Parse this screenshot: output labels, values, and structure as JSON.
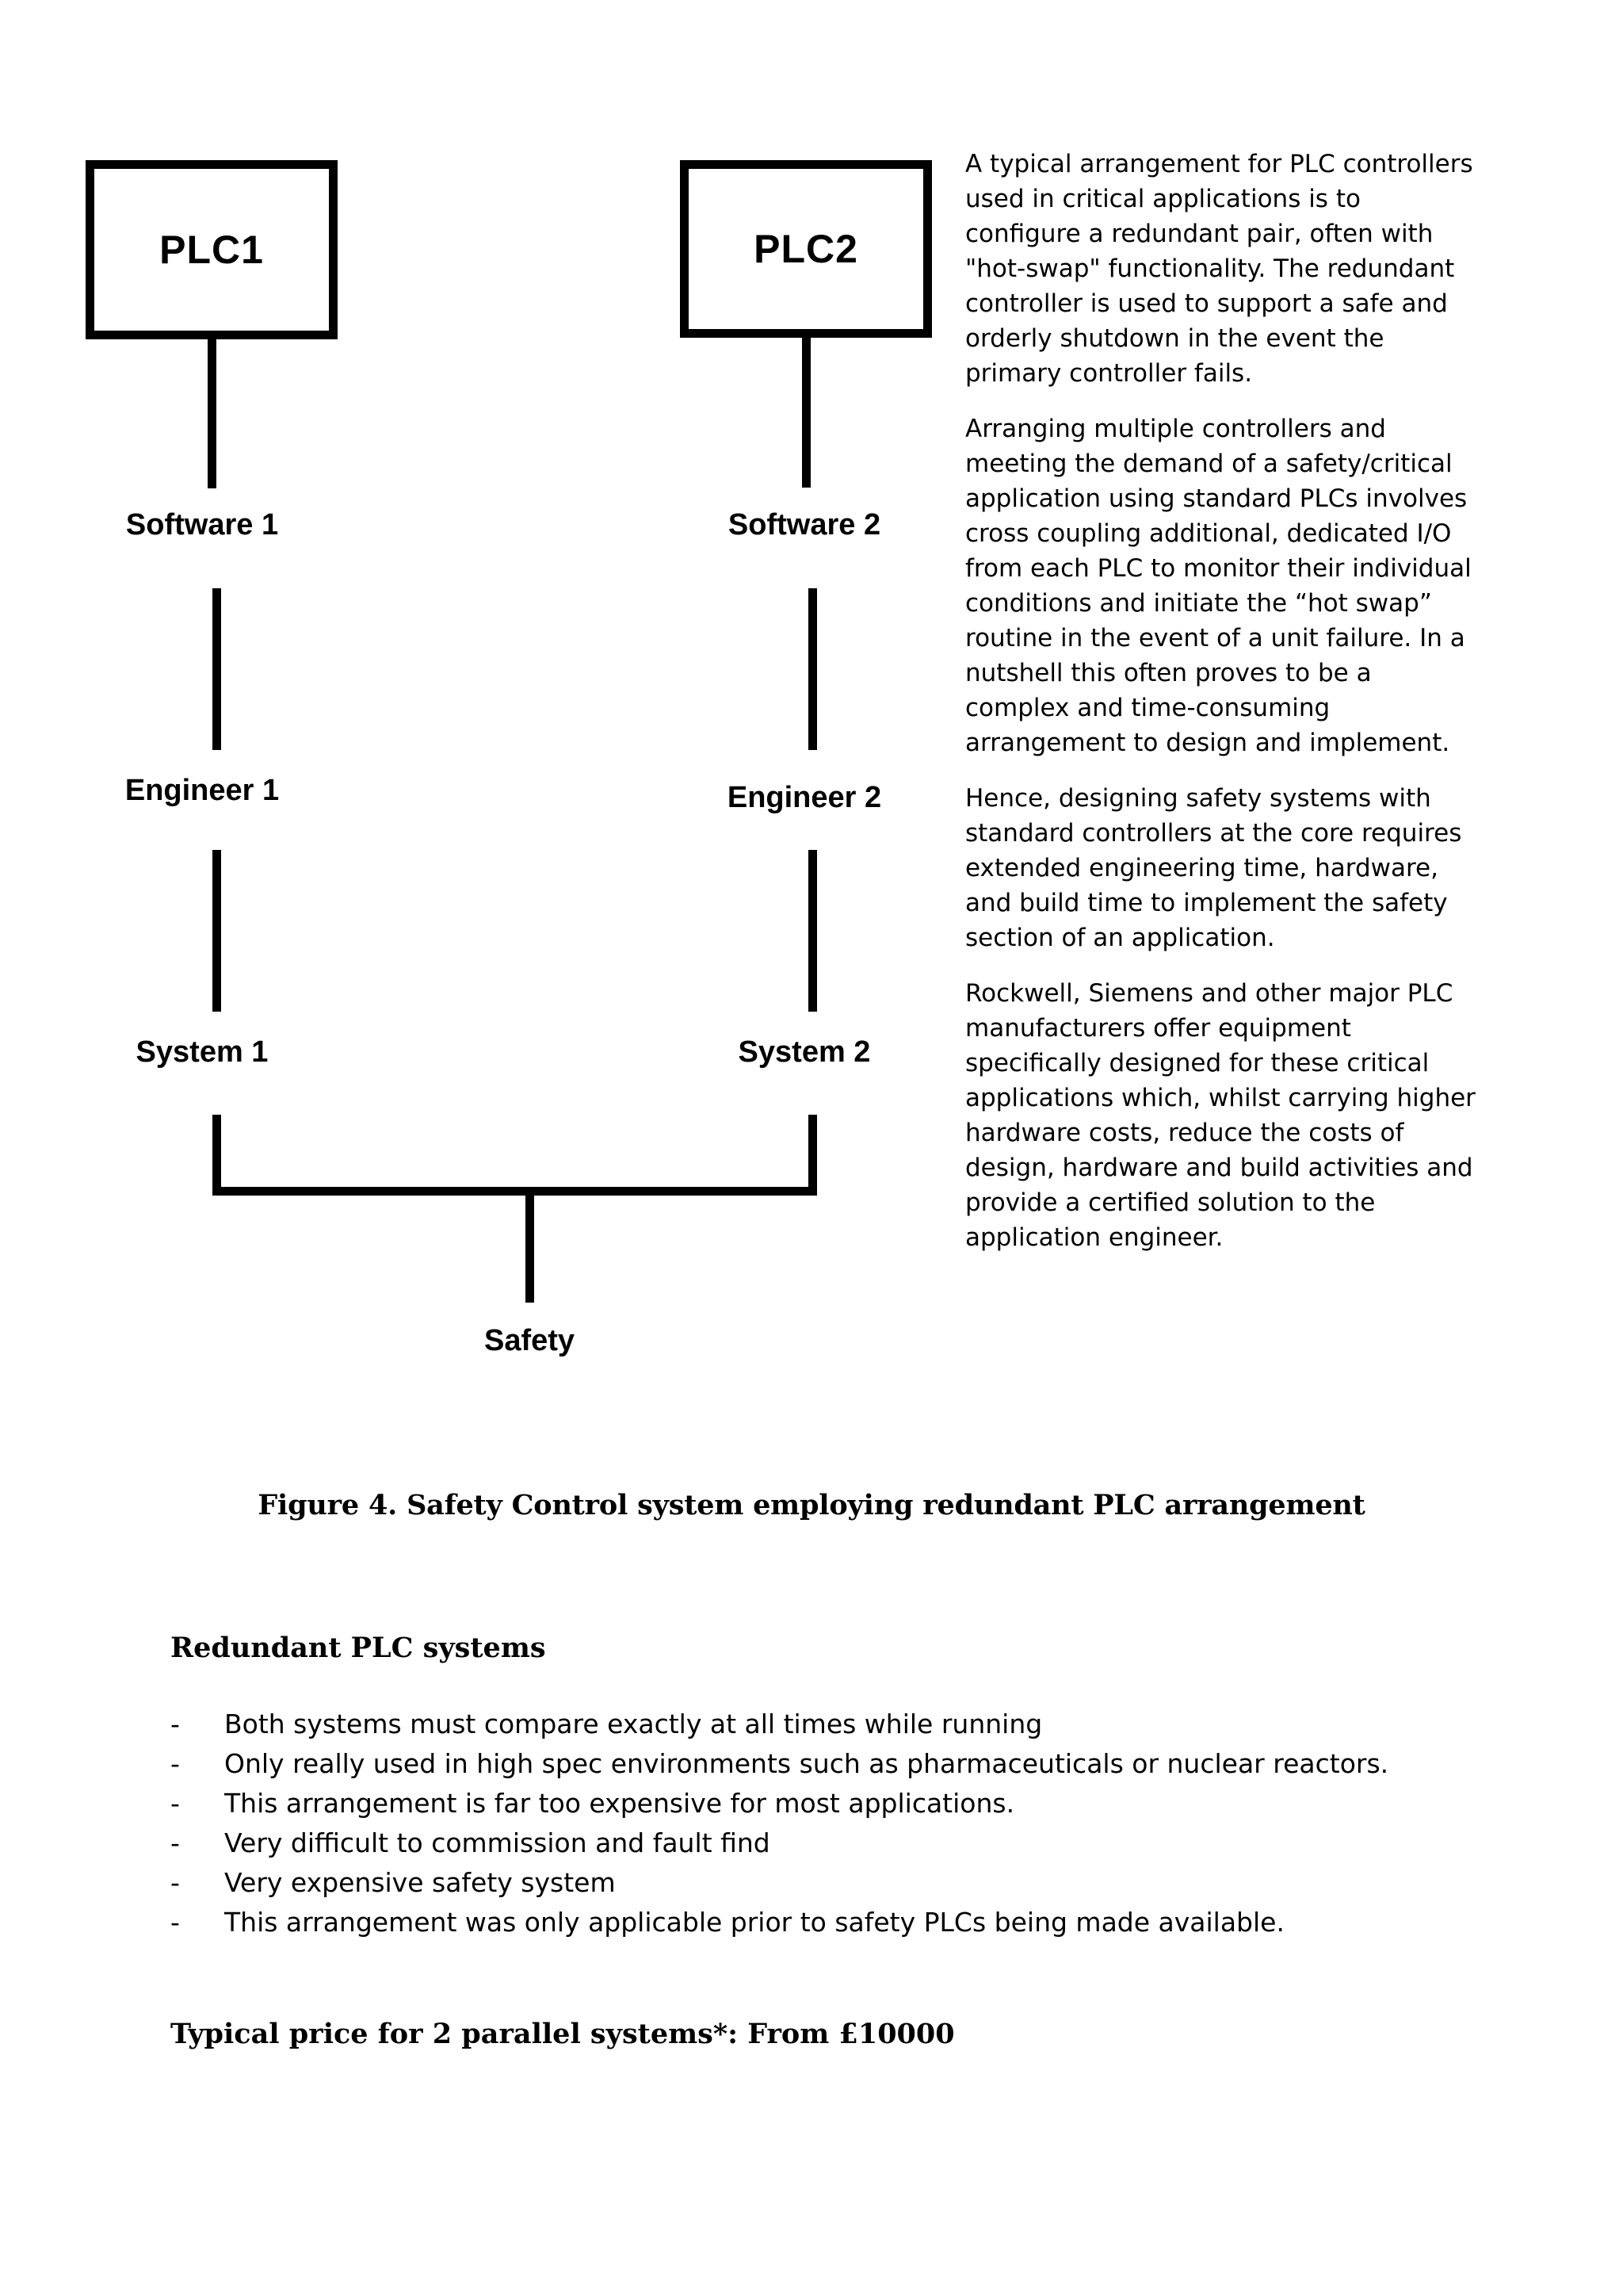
{
  "diagram": {
    "boxes": [
      {
        "id": "plc1",
        "label": "PLC1"
      },
      {
        "id": "plc2",
        "label": "PLC2"
      }
    ],
    "left_branch": {
      "software": "Software 1",
      "engineer": "Engineer 1",
      "system": "System 1"
    },
    "right_branch": {
      "software": "Software 2",
      "engineer": "Engineer 2",
      "system": "System 2"
    },
    "merge_node": "Safety"
  },
  "sidebar_text": {
    "paragraphs": [
      "A typical arrangement for PLC controllers used in critical applications is to configure a redundant pair, often with \"hot-swap\" functionality. The redundant controller is used to support a safe and orderly shutdown in the event the primary controller fails.",
      "Arranging multiple controllers and meeting the demand of a safety/critical application using standard PLCs involves cross coupling additional, dedicated I/O from each PLC to monitor their individual conditions and initiate the “hot swap” routine in the event of a unit failure. In a nutshell this often proves to be a complex and time-consuming arrangement to design and implement.",
      "Hence, designing safety systems with standard controllers at the core requires extended engineering time, hardware, and build time to implement the safety section of an application.",
      "Rockwell, Siemens and other major PLC manufacturers offer equipment specifically designed for these critical applications which, whilst carrying higher hardware costs, reduce the costs of design, hardware and build activities and provide a certified solution to the application engineer."
    ]
  },
  "figure": {
    "caption": "Figure 4. Safety Control system employing redundant PLC arrangement"
  },
  "lower_section": {
    "heading": "Redundant PLC systems",
    "bullet_marker": "-",
    "bullets": [
      "Both systems must compare exactly at all times while running",
      "Only really used in high spec environments such as pharmaceuticals or nuclear reactors.",
      "This arrangement is far too expensive for most applications.",
      "Very difficult to commission and fault find",
      "Very expensive safety system",
      "This arrangement was only applicable prior to safety PLCs being made available."
    ],
    "price_line": "Typical price for 2 parallel systems*: From £10000"
  },
  "colors": {
    "ink": "#000000",
    "paper": "#ffffff"
  }
}
